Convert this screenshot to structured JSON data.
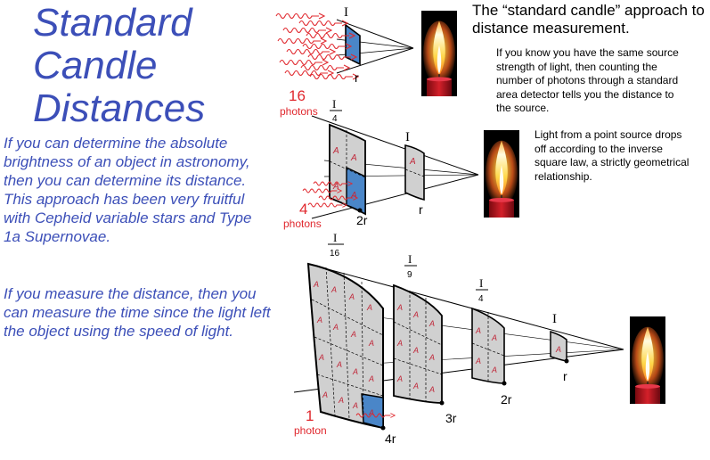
{
  "title": {
    "line1": "Standard",
    "line2": "Candle",
    "line3": "Distances"
  },
  "intro": {
    "paragraph1": "If you can determine the absolute brightness of an object in astronomy, then you can determine its distance. This approach has been very fruitful with Cepheid variable stars and Type 1a Supernovae.",
    "paragraph2": "If you measure the distance, then you can measure the time since the light left the object using the speed of light."
  },
  "heading": "The “standard candle” approach to distance measurement.",
  "note1": "If you know you have the same source strength of light, then counting the number of photons through a standard area detector tells you the distance to the source.",
  "note2": "Light from a point source drops off according to the inverse square law, a strictly geometrical relationship.",
  "diagram1": {
    "photon_count": "16",
    "photon_unit": "photons",
    "intensity": "I",
    "distance": "r"
  },
  "diagram2": {
    "photon_count": "4",
    "photon_unit": "photons",
    "intensity_near": "I",
    "distance_near": "r",
    "intensity_far_num": "I",
    "intensity_far_den": "4",
    "distance_far": "2r",
    "area_label": "A"
  },
  "diagram3": {
    "photon_count": "1",
    "photon_unit": "photon",
    "i1": "I",
    "d1": "r",
    "i2_num": "I",
    "i2_den": "4",
    "d2": "2r",
    "i3_num": "I",
    "i3_den": "9",
    "d3": "3r",
    "i4_num": "I",
    "i4_den": "16",
    "d4": "4r",
    "area_label": "A"
  },
  "colors": {
    "text_blue": "#3c4fb8",
    "photon_red": "#e0282e",
    "detector_blue": "#4a86c8",
    "surface_gray": "#d0d0d0"
  }
}
